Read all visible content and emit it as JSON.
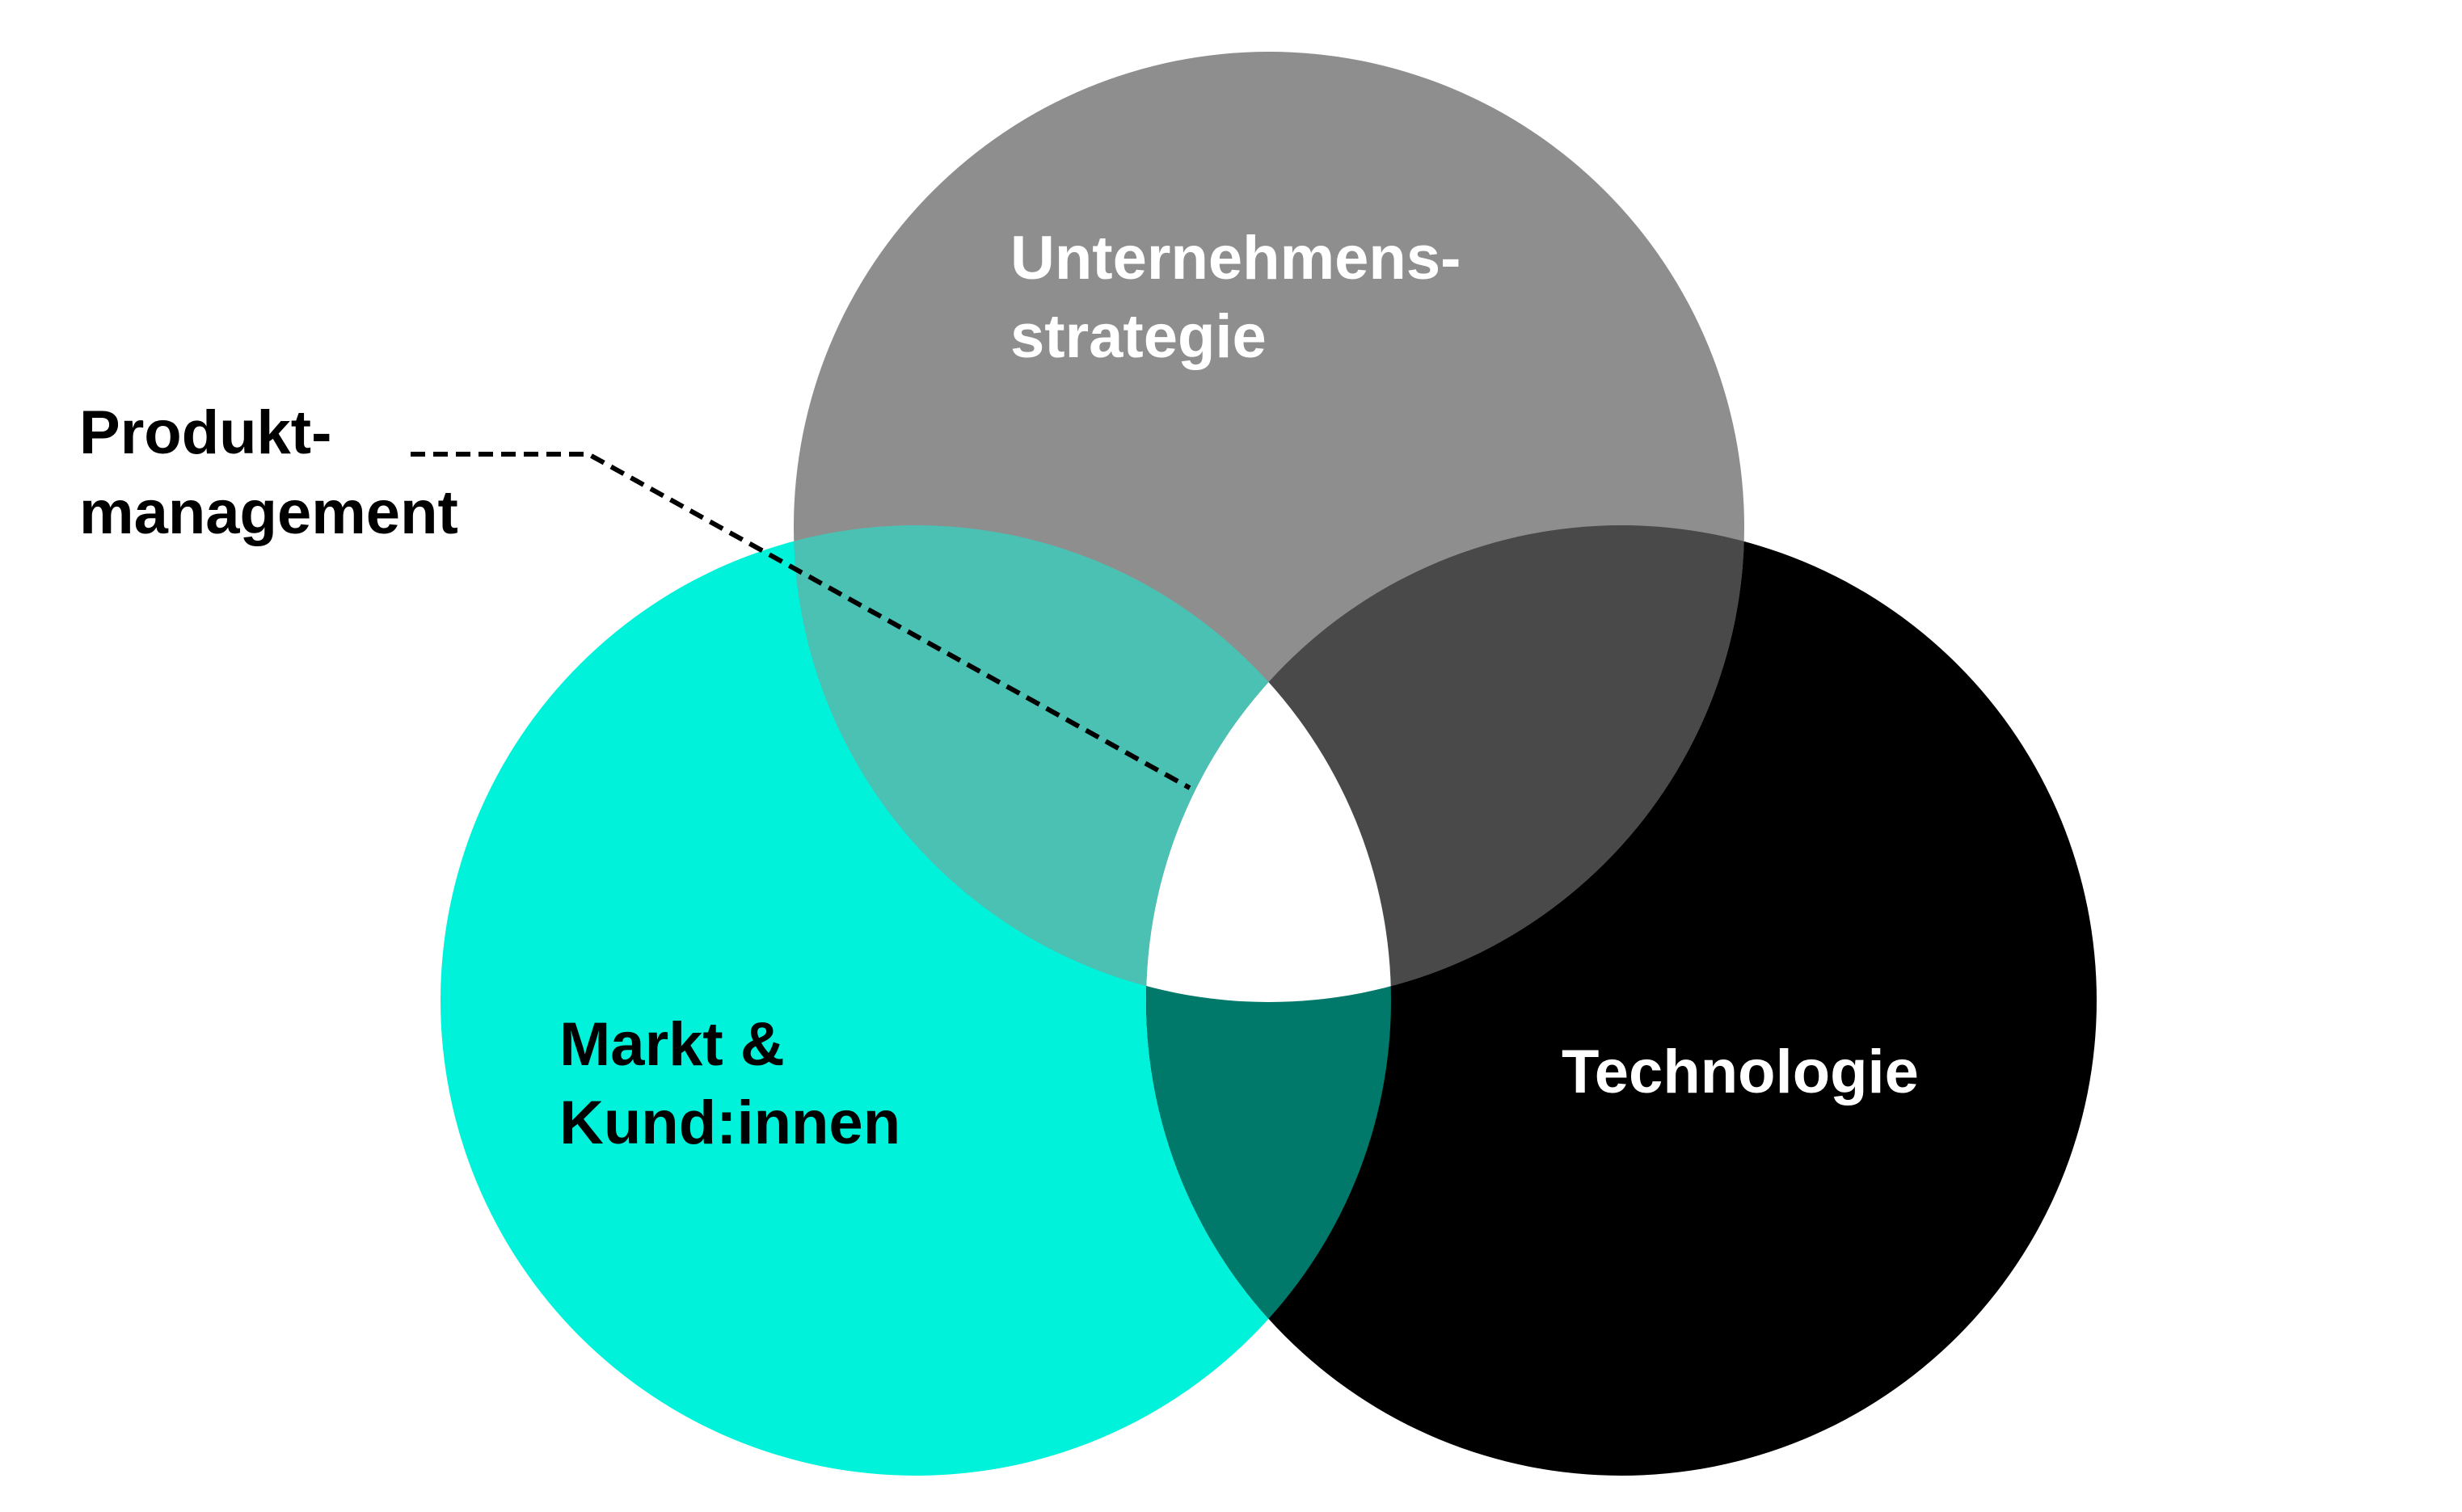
{
  "diagram": {
    "type": "venn",
    "callout": {
      "line1": "Produkt-",
      "line2": "management"
    },
    "sets": {
      "strategy": {
        "line1": "Unternehmens-",
        "line2": "strategie",
        "color": "#8e8e8e"
      },
      "market": {
        "line1": "Markt &",
        "line2": "Kund:innen",
        "color": "#00f2da"
      },
      "technology": {
        "line1": "Technologie",
        "color": "#000000"
      }
    },
    "overlaps": {
      "strategy_market": "#4bc1b4",
      "strategy_technology": "#494949",
      "market_technology": "#00786a",
      "all_three": "#ffffff"
    },
    "text_colors": {
      "light": "#ffffff",
      "dark": "#000000"
    }
  }
}
